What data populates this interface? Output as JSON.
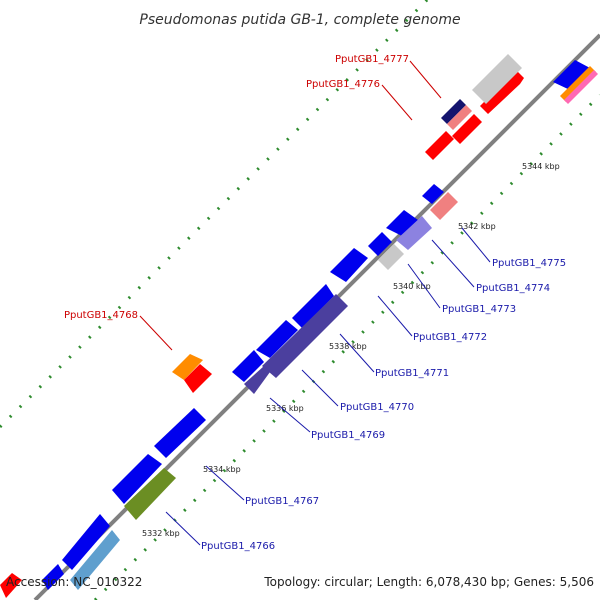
{
  "title": "Pseudomonas putida GB-1, complete genome",
  "footer": {
    "accession": "Accession: NC_010322",
    "summary": "Topology: circular; Length: 6,078,430 bp; Genes: 5,506"
  },
  "colors": {
    "backbone": "#808080",
    "tick_dots": "#2e8b2e",
    "label_forward": "#cc0000",
    "label_reverse": "#1a1aaa",
    "gene_blue": "#0000ee",
    "gene_red": "#ff0000",
    "gene_orange": "#ff8c00",
    "gene_purple": "#4b3f9e",
    "gene_lavender": "#8c82e0",
    "gene_grey": "#c8c8c8",
    "gene_olive": "#6b8e23",
    "gene_steelblue": "#5f9fce",
    "gene_pink": "#f08080",
    "gene_navy": "#14146e"
  },
  "kbp_ticks": [
    "5332 kbp",
    "5334 kbp",
    "5336 kbp",
    "5338 kbp",
    "5340 kbp",
    "5342 kbp",
    "5344 kbp"
  ],
  "gene_labels": [
    {
      "text": "PputGB1_4777",
      "strand": "forward"
    },
    {
      "text": "PputGB1_4776",
      "strand": "forward"
    },
    {
      "text": "PputGB1_4768",
      "strand": "forward"
    },
    {
      "text": "PputGB1_4775",
      "strand": "reverse"
    },
    {
      "text": "PputGB1_4774",
      "strand": "reverse"
    },
    {
      "text": "PputGB1_4773",
      "strand": "reverse"
    },
    {
      "text": "PputGB1_4772",
      "strand": "reverse"
    },
    {
      "text": "PputGB1_4771",
      "strand": "reverse"
    },
    {
      "text": "PputGB1_4770",
      "strand": "reverse"
    },
    {
      "text": "PputGB1_4769",
      "strand": "reverse"
    },
    {
      "text": "PputGB1_4767",
      "strand": "reverse"
    },
    {
      "text": "PputGB1_4766",
      "strand": "reverse"
    }
  ]
}
